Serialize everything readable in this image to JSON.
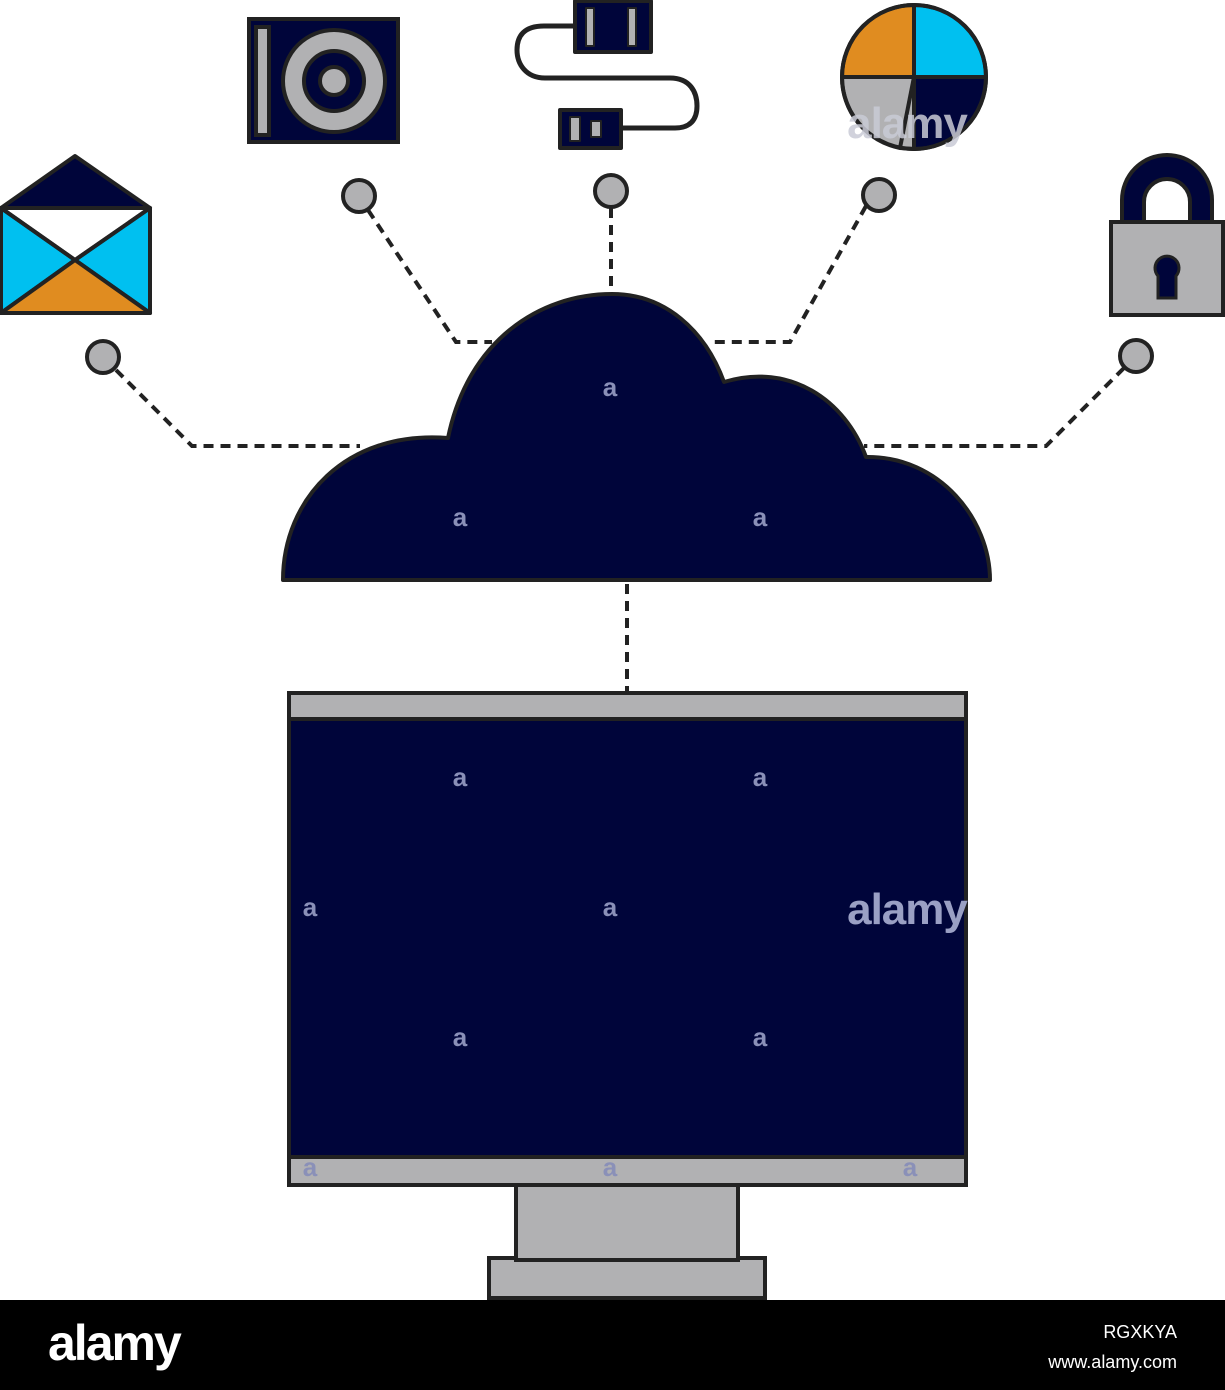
{
  "watermark": {
    "small": "a",
    "brand": "alamy"
  },
  "footer": {
    "logo": "alamy",
    "image_id": "RGXKYA",
    "url": "www.alamy.com"
  },
  "colors": {
    "navy": "#00053a",
    "outline": "#222222",
    "gray": "#b1b1b3",
    "cyan": "#00c0f0",
    "orange": "#e08c20",
    "footer_bg": "#000000"
  },
  "icons": [
    "envelope-icon",
    "cd-drive-icon",
    "usb-cable-icon",
    "pie-chart-icon",
    "padlock-icon",
    "cloud-icon",
    "monitor-icon"
  ]
}
